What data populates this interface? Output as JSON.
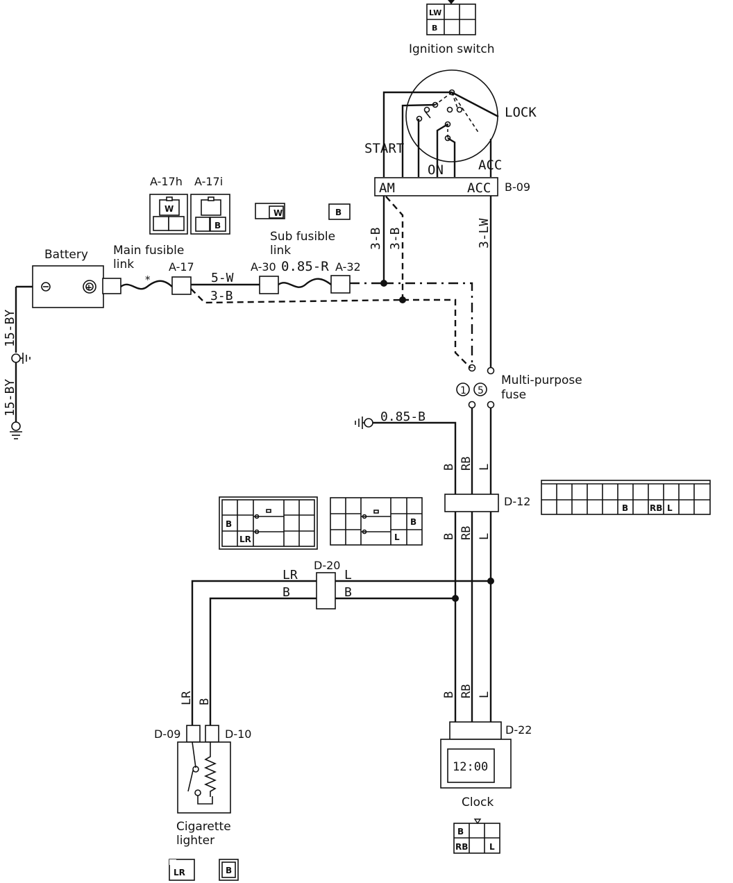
{
  "components": {
    "ignition_switch": "Ignition switch",
    "lock": "LOCK",
    "start": "START",
    "on": "ON",
    "acc": "ACC",
    "am_terminal": "AM",
    "acc_terminal": "ACC",
    "b09": "B-09",
    "battery": "Battery",
    "main_fusible_link_1": "Main fusible",
    "main_fusible_link_2": "link",
    "sub_fusible_link_1": "Sub fusible",
    "sub_fusible_link_2": "link",
    "a17": "A-17",
    "a17h": "A-17h",
    "a17i": "A-17i",
    "a30": "A-30",
    "a32": "A-32",
    "star": "*",
    "multi_purpose_fuse_1": "Multi-purpose",
    "multi_purpose_fuse_2": "fuse",
    "fuse_1": "1",
    "fuse_5": "5",
    "d12": "D-12",
    "d20": "D-20",
    "d09": "D-09",
    "d10": "D-10",
    "d22": "D-22",
    "clock": "Clock",
    "clock_display": "12:00",
    "cigarette_lighter_1": "Cigarette",
    "cigarette_lighter_2": "lighter"
  },
  "wires": {
    "w_5w": "5-W",
    "w_3b_main": "3-B",
    "w_085r": "0.85-R",
    "w_3b_a": "3-B",
    "w_3b_b": "3-B",
    "w_3lw": "3-LW",
    "w_15by_a": "15-BY",
    "w_15by_b": "15-BY",
    "w_085b": "0.85-B",
    "w_b1": "B",
    "w_rb1": "RB",
    "w_l1": "L",
    "w_b2": "B",
    "w_rb2": "RB",
    "w_l2": "L",
    "w_b3": "B",
    "w_rb3": "RB",
    "w_l3": "L",
    "w_lr_top": "LR",
    "w_b_top": "B",
    "w_l_top": "L",
    "w_b_top2": "B",
    "w_lr_v": "LR",
    "w_b_v": "B"
  },
  "connectors": {
    "ign_lw": "LW",
    "ign_b": "B",
    "a17h_w": "W",
    "a17i_b": "B",
    "a30_w": "W",
    "a32_b": "B",
    "d12_b": "B",
    "d12_rb": "RB",
    "d12_l": "L",
    "left1_b": "B",
    "left1_lr": "LR",
    "left2_b": "B",
    "left2_l": "L",
    "clk_b": "B",
    "clk_rb": "RB",
    "clk_l": "L",
    "cig_lr": "LR",
    "cig_b": "B"
  }
}
